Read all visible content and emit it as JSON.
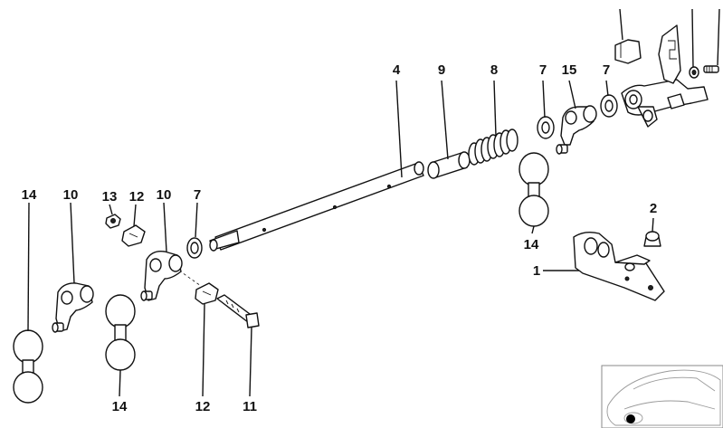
{
  "callouts": [
    {
      "id": "c1",
      "text": "1"
    },
    {
      "id": "c2",
      "text": "2"
    },
    {
      "id": "c4",
      "text": "4"
    },
    {
      "id": "c7a",
      "text": "7"
    },
    {
      "id": "c7b",
      "text": "7"
    },
    {
      "id": "c7c",
      "text": "7"
    },
    {
      "id": "c8",
      "text": "8"
    },
    {
      "id": "c9",
      "text": "9"
    },
    {
      "id": "c10a",
      "text": "10"
    },
    {
      "id": "c10b",
      "text": "10"
    },
    {
      "id": "c11",
      "text": "11"
    },
    {
      "id": "c12a",
      "text": "12"
    },
    {
      "id": "c12b",
      "text": "12"
    },
    {
      "id": "c13",
      "text": "13"
    },
    {
      "id": "c14a",
      "text": "14"
    },
    {
      "id": "c14b",
      "text": "14"
    },
    {
      "id": "c14c",
      "text": "14"
    },
    {
      "id": "c15",
      "text": "15"
    }
  ],
  "colors": {
    "line": "#111111",
    "background": "#ffffff"
  },
  "icons": [
    "vehicle-location-thumbnail"
  ]
}
